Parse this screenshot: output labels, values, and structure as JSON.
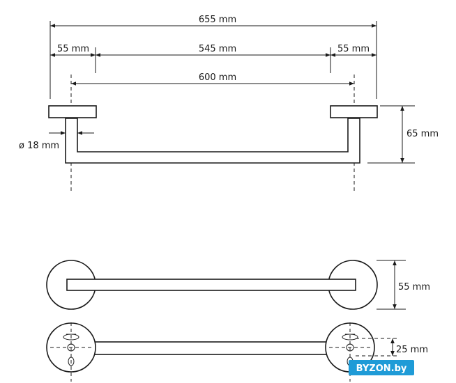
{
  "dimensions": {
    "overall_length": "655 mm",
    "left_offset": "55 mm",
    "span_between": "545 mm",
    "right_offset": "55 mm",
    "axis_distance": "600 mm",
    "bar_diameter": "ø 18 mm",
    "depth": "65 mm",
    "rosette_diameter": "55 mm",
    "mount_offset": "25 mm"
  },
  "watermark": {
    "text": "BYZON.by",
    "color": "#1f9bd7"
  },
  "colors": {
    "line": "#1a1a1a",
    "background": "#ffffff"
  }
}
